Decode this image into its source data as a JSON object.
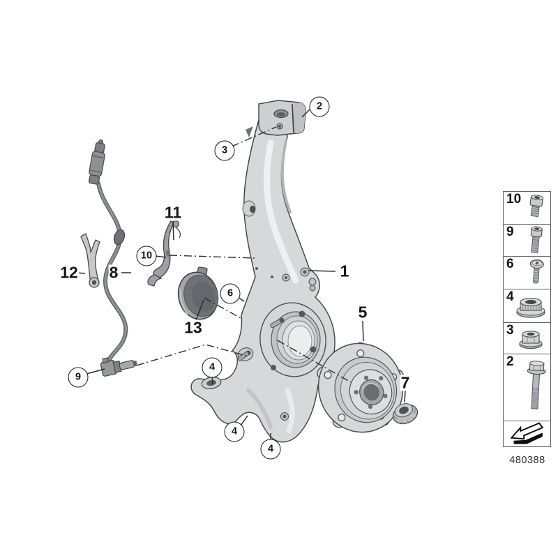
{
  "colors": {
    "background": "#ffffff",
    "line": "#2a2d30",
    "part_fill": "#d6d8da",
    "part_shade": "#b5b8bb",
    "dark_part": "#6e7276"
  },
  "callouts": [
    {
      "label": "1",
      "style": "plain"
    },
    {
      "label": "2",
      "style": "circled"
    },
    {
      "label": "3",
      "style": "circled"
    },
    {
      "label": "4",
      "style": "circled"
    },
    {
      "label": "4",
      "style": "circled"
    },
    {
      "label": "4",
      "style": "circled"
    },
    {
      "label": "5",
      "style": "plain"
    },
    {
      "label": "6",
      "style": "circled"
    },
    {
      "label": "7",
      "style": "plain"
    },
    {
      "label": "8",
      "style": "plain"
    },
    {
      "label": "9",
      "style": "circled"
    },
    {
      "label": "10",
      "style": "circled"
    },
    {
      "label": "11",
      "style": "plain"
    },
    {
      "label": "12",
      "style": "plain"
    },
    {
      "label": "13",
      "style": "plain"
    }
  ],
  "legend": {
    "items": [
      {
        "label": "10",
        "icon": "socket-head-cap-screw-icon"
      },
      {
        "label": "9",
        "icon": "socket-head-cap-screw-icon"
      },
      {
        "label": "6",
        "icon": "torx-pan-head-screw-icon"
      },
      {
        "label": "4",
        "icon": "collar-nut-icon"
      },
      {
        "label": "3",
        "icon": "hex-flange-nut-icon"
      },
      {
        "label": "2",
        "icon": "hex-flange-bolt-icon"
      }
    ],
    "direction_icon": "arrow-bottom-left-icon"
  },
  "footer": {
    "diagram_code": "480388"
  }
}
